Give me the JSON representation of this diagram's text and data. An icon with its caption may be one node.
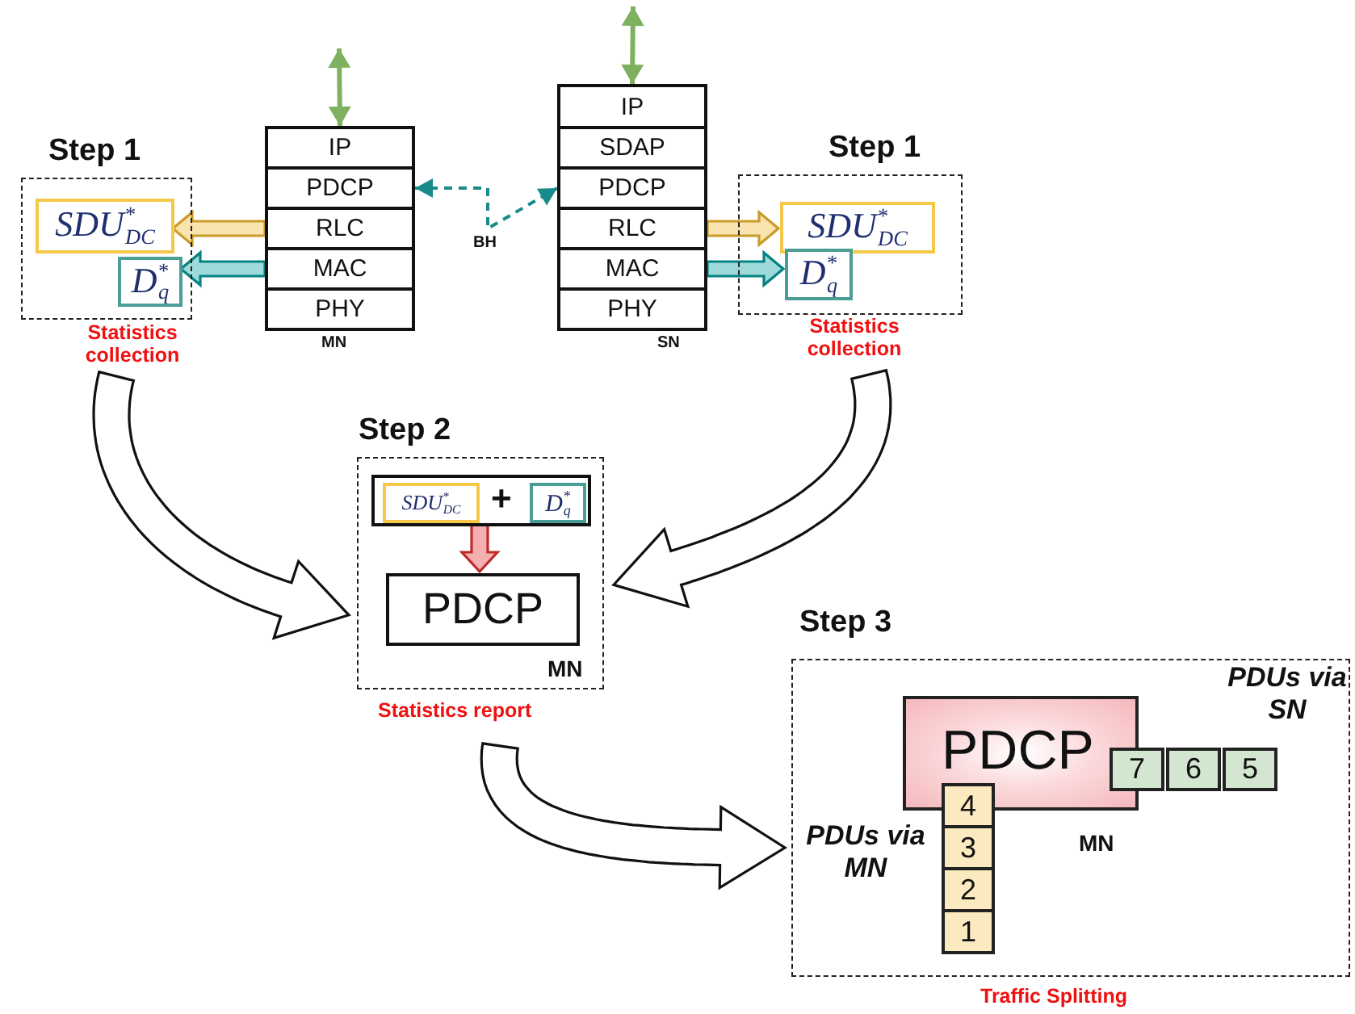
{
  "diagram": {
    "nodes": [
      {
        "text": [
          "Step 1"
        ],
        "beside": [
          "Statistics collection"
        ]
      },
      {
        "text": [
          "SDU$^{*}$$_{DC}$"
        ],
        "in": 0
      },
      {
        "text": [
          "D$^{*}$$_{q}$"
        ],
        "in": 0
      },
      {
        "text": [
          "IP"
        ]
      },
      {
        "text": [
          "PDCP"
        ]
      },
      {
        "text": [
          "RLC"
        ]
      },
      {
        "text": [
          "MAC"
        ]
      },
      {
        "text": [
          "PHY"
        ]
      },
      {
        "text": [
          "IP"
        ]
      },
      {
        "text": [
          "SDAP"
        ]
      },
      {
        "text": [
          "PDCP"
        ]
      },
      {
        "text": [
          "RLC"
        ]
      },
      {
        "text": [
          "MAC"
        ]
      },
      {
        "text": [
          "PHY"
        ]
      },
      {
        "text": [
          "Step 1"
        ],
        "beside": [
          "Statistics collection"
        ]
      },
      {
        "text": [
          "SDU$^{*}$$_{DC}$"
        ],
        "in": 14
      },
      {
        "text": [
          "D$^{*}$$_{q}$"
        ],
        "in": 14
      },
      {
        "text": [
          "Step 2",
          "MN"
        ],
        "beside": [
          "Statistics report"
        ]
      },
      {
        "text": [
          "+"
        ],
        "in": 17
      },
      {
        "text": [
          "SDU$^{*}$$_{DC}$"
        ],
        "in": 18
      },
      {
        "text": [
          "D$^{*}$$_{q}$"
        ],
        "in": 18
      },
      {
        "text": [
          "PDCP"
        ],
        "in": 17
      },
      {
        "text": [
          "Step 3",
          "PDUs via SN",
          "PDUs via MN",
          "MN"
        ],
        "beside": [
          "Traffic Splitting"
        ]
      },
      {
        "text": [
          "PDCP"
        ],
        "in": 22
      },
      {
        "text": [
          "7"
        ],
        "in": 22
      },
      {
        "text": [
          "6"
        ],
        "in": 22
      },
      {
        "text": [
          "5"
        ],
        "in": 22
      },
      {
        "text": [
          "4"
        ],
        "in": 22
      },
      {
        "text": [
          "3"
        ],
        "in": 22
      },
      {
        "text": [
          "2"
        ],
        "in": 22
      },
      {
        "text": [
          "1"
        ],
        "in": 22
      }
    ],
    "edges": [
      {
        "from": null,
        "to": 3,
        "arrow": "both",
        "color": "#7fb060"
      },
      {
        "from": null,
        "to": 8,
        "arrow": "both",
        "color": "#7fb060"
      },
      {
        "from": 5,
        "to": 1,
        "arrow": "to",
        "style": "thick",
        "color": "#f9e4b0"
      },
      {
        "from": 6,
        "to": 2,
        "arrow": "to",
        "style": "thick",
        "color": "#9fd9d9"
      },
      {
        "from": 4,
        "to": 11,
        "arrow": "both",
        "style": "dashed",
        "color": "#1b8a8a",
        "label": "BH"
      },
      {
        "from": 11,
        "to": 15,
        "arrow": "to",
        "style": "thick",
        "color": "#f9e4b0"
      },
      {
        "from": 12,
        "to": 16,
        "arrow": "to",
        "style": "thick",
        "color": "#9fd9d9"
      },
      {
        "from": 18,
        "to": 21,
        "arrow": "to",
        "style": "thick",
        "color": "#f4b0b0"
      },
      {
        "from": 0,
        "to": 17,
        "arrow": "to",
        "style": "thick"
      },
      {
        "from": 14,
        "to": 17,
        "arrow": "to",
        "style": "thick"
      },
      {
        "from": 17,
        "to": 22,
        "arrow": "to",
        "style": "thick"
      }
    ],
    "labels": [
      "MN",
      "SN"
    ]
  }
}
